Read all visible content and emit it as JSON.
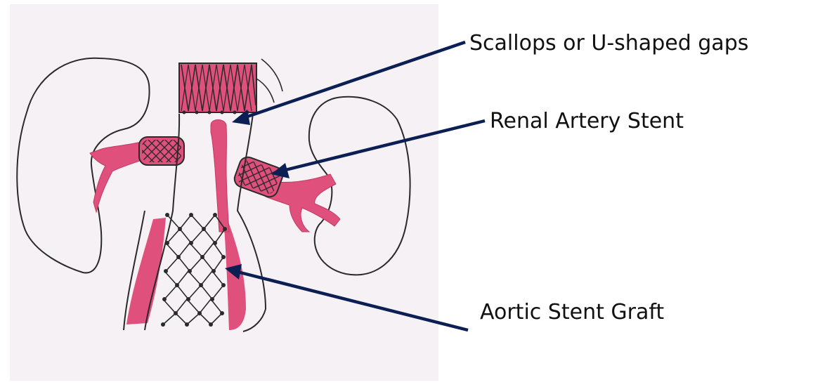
{
  "labels": {
    "scallops": "Scallops or U-shaped gaps",
    "renal_stent": "Renal Artery Stent",
    "aortic_graft": "Aortic Stent Graft"
  },
  "colors": {
    "paper": "#f5f1f4",
    "ink": "#2a2a2a",
    "vessel": "#e0507c",
    "vessel_dark": "#c23a63",
    "arrow": "#0c1f55",
    "text": "#111111"
  }
}
